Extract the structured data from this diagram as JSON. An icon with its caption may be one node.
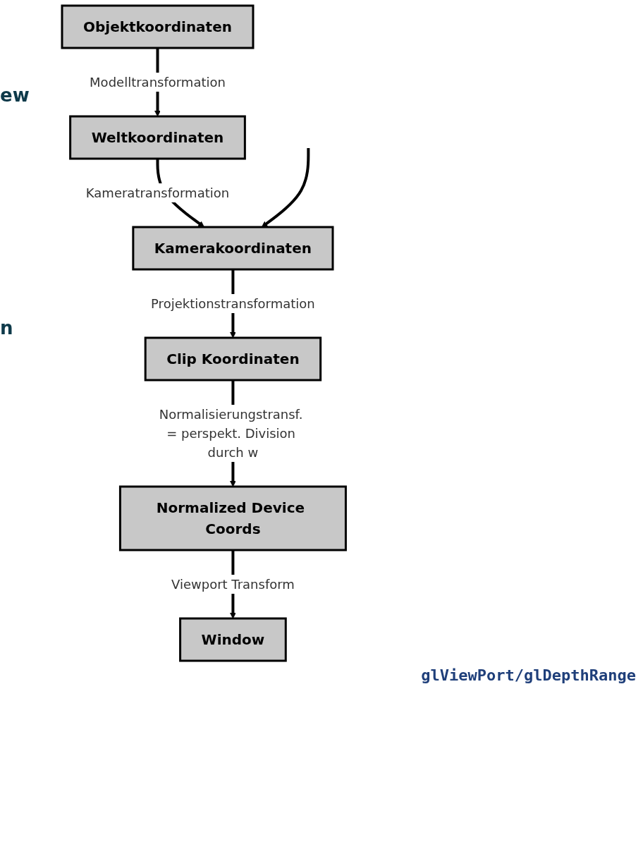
{
  "diagram": {
    "nodes": [
      {
        "text": [
          "Objektkoordinaten"
        ]
      },
      {
        "text": [
          "Weltkoordinaten"
        ]
      },
      {
        "text": [
          "Kamerakoordinaten"
        ]
      },
      {
        "text": [
          "Clip Koordinaten"
        ]
      },
      {
        "text": [
          "Normalized Device Coords"
        ]
      },
      {
        "text": [
          "Window"
        ]
      }
    ],
    "edges": [
      {
        "from": 0,
        "to": 1,
        "arrow": "to",
        "label": "Modelltransformation"
      },
      {
        "from": 1,
        "to": 2,
        "arrow": "to",
        "label": "Kameratransformation"
      },
      {
        "from": 2,
        "to": 3,
        "arrow": "to",
        "label": "Projektionstransformation"
      },
      {
        "from": 3,
        "to": 4,
        "arrow": "to",
        "label": "Normalisierungstransf. = perspekt. Division durch w"
      },
      {
        "from": 4,
        "to": 5,
        "arrow": "to",
        "label": "Viewport Transform"
      },
      {
        "from": null,
        "to": 2,
        "arrow": "to"
      }
    ],
    "labels": [
      "ew",
      "n",
      "glViewPort/glDepthRange"
    ]
  }
}
